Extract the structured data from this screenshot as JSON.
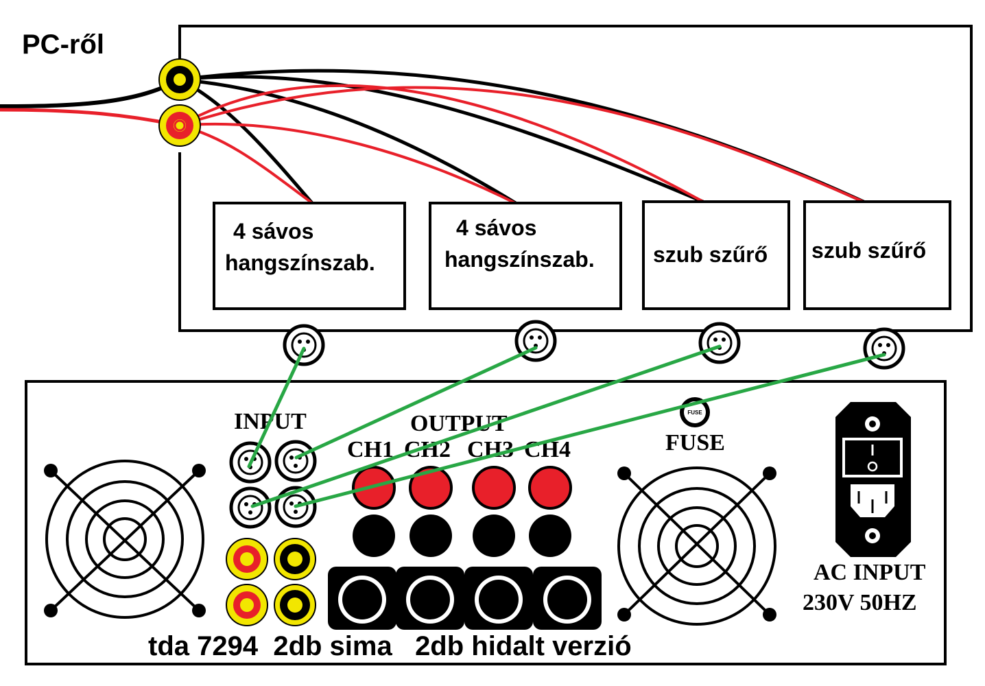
{
  "source_label": "PC-ről",
  "modules": [
    {
      "line1": "4 sávos",
      "line2": "hangszínszab."
    },
    {
      "line1": "4 sávos",
      "line2": "hangszínszab."
    },
    {
      "line1": "szub szűrő",
      "line2": ""
    },
    {
      "line1": "szub szűrő",
      "line2": ""
    }
  ],
  "amplifier": {
    "input_label": "INPUT",
    "output_label": "OUTPUT",
    "channels": [
      "CH1",
      "CH2",
      "CH3",
      "CH4"
    ],
    "fuse_label": "FUSE",
    "fuse_cap_text": "FUSE",
    "ac_label_1": "AC INPUT",
    "ac_label_2": "230V 50HZ",
    "caption": "tda 7294  2db sima   2db hidalt verzió"
  },
  "colors": {
    "black_wire": "#000000",
    "red_wire": "#e8202a",
    "green_link": "#28a745",
    "rca_ring": "#f2e600",
    "speaker_red": "#e8202a"
  }
}
